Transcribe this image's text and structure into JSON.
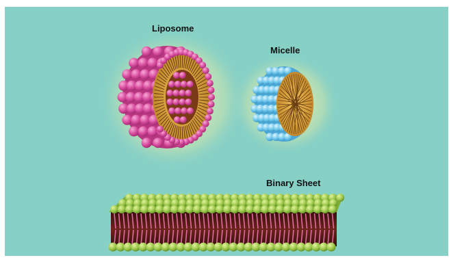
{
  "labels": {
    "liposome": "Liposome",
    "micelle": "Micelle",
    "binary_sheet": "Binary Sheet"
  },
  "colors": {
    "background": "#86d0c6",
    "liposome_heads": "#d6499c",
    "micelle_heads": "#6cc6ec",
    "lipid_tails": "#d9a038",
    "sheet_heads": "#9bc74a",
    "sheet_core": "#5a1b16",
    "sheet_tails": "#e06aa2"
  },
  "structures": [
    {
      "name": "liposome",
      "shape": "hollow sphere (cutaway)"
    },
    {
      "name": "micelle",
      "shape": "solid sphere (cutaway)"
    },
    {
      "name": "binary-sheet",
      "shape": "bilayer slab"
    }
  ]
}
